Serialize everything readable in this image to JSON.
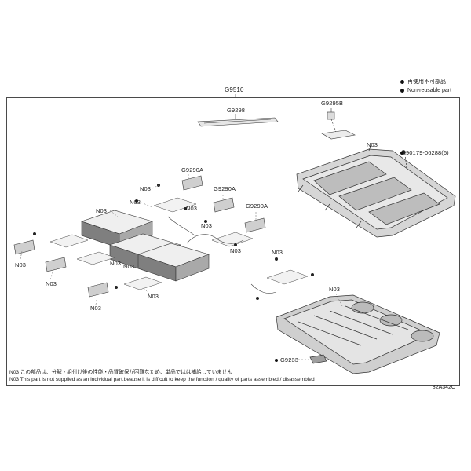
{
  "legend": {
    "jp": "再使用不可部品",
    "en": "Non-reusable part"
  },
  "labels": {
    "g9510": "G9510",
    "g9298": "G9298",
    "g9295b": "G9295B",
    "n03": "N03",
    "part_90179": "90179-06288(6)",
    "g9290a": "G9290A",
    "g9233": "G9233"
  },
  "notes": {
    "jp": "N03 この部品は、分解・組付け後の性能・品質確保が困難なため、単品ではは補給していません",
    "en": "N03 This part is not supplied as an individual part.beause it is difficult to keep the function / quality of parts assembled / disassembled"
  },
  "drawing_code": "82A342C"
}
